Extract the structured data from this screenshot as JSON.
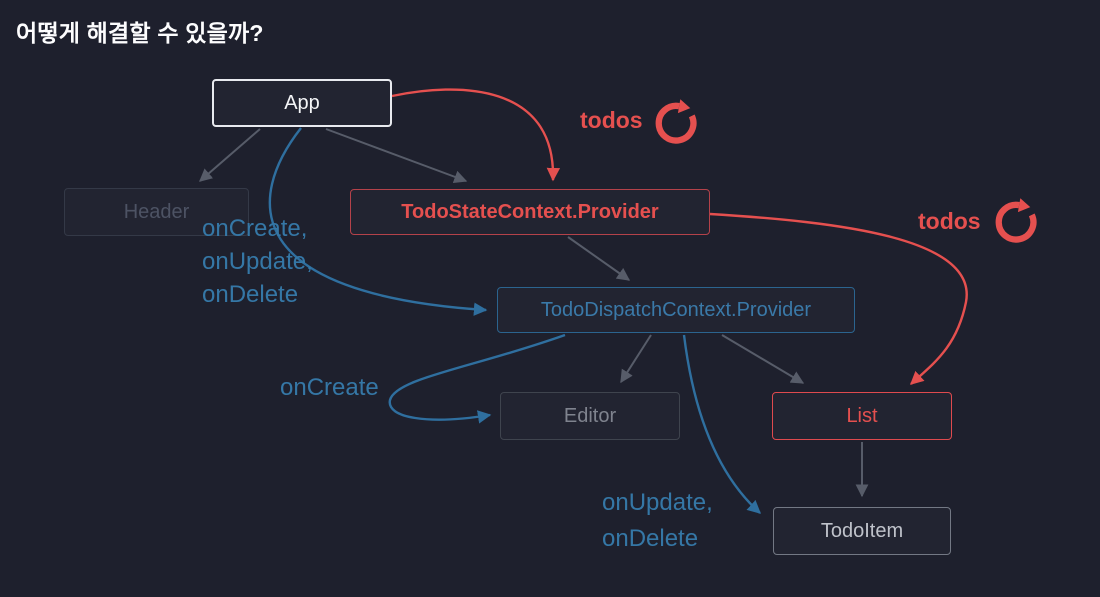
{
  "title": "어떻게 해결할 수 있을까?",
  "diagram": {
    "nodes": {
      "app": "App",
      "header": "Header",
      "state_provider": "TodoStateContext.Provider",
      "dispatch_provider": "TodoDispatchContext.Provider",
      "editor": "Editor",
      "list": "List",
      "todo_item": "TodoItem"
    },
    "edge_labels": {
      "todos_state": "todos",
      "todos_list": "todos",
      "dispatch_props": [
        "onCreate,",
        "onUpdate,",
        "onDelete"
      ],
      "editor_prop": "onCreate",
      "todo_item_props": [
        "onUpdate,",
        "onDelete"
      ]
    },
    "icons": [
      "refresh-icon",
      "refresh-icon"
    ],
    "colors": {
      "background": "#1e202d",
      "node_default_border": "#e8eaef",
      "red": "#e5504f",
      "blue": "#3577a6",
      "gray_arrow": "#575c69",
      "dimmed_text": "#4d5364",
      "muted_text": "#7f838e",
      "light_text": "#bfc2ca"
    }
  }
}
